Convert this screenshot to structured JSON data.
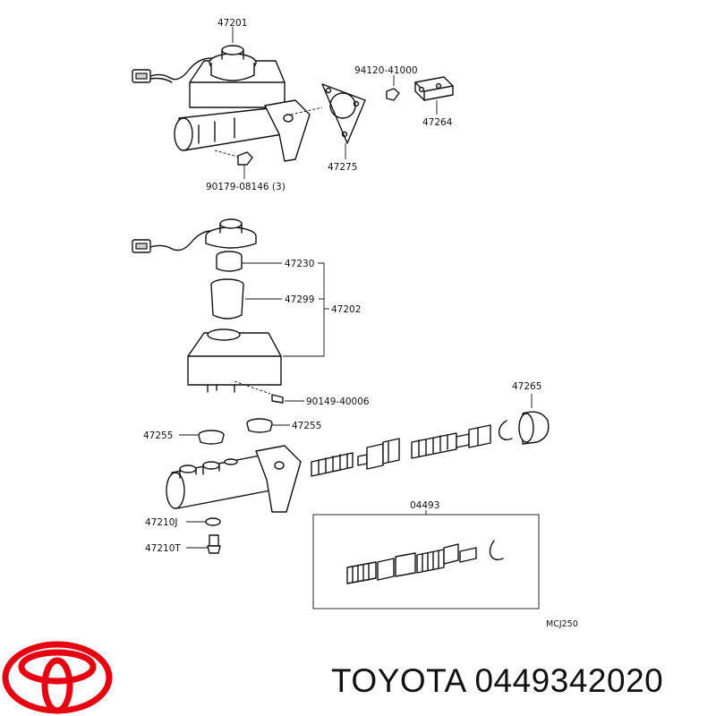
{
  "labels": {
    "p47201": "47201",
    "p94120": "94120-41000",
    "p47264": "47264",
    "p47275": "47275",
    "p90179": "90179-08146 (3)",
    "p47230": "47230",
    "p47299": "47299",
    "p47202": "47202",
    "p90149": "90149-40006",
    "p47265": "47265",
    "p47255a": "47255",
    "p47255b": "47255",
    "p47210j": "47210J",
    "p47210t": "47210T",
    "p04493": "04493",
    "code": "MCJ250"
  },
  "brand": {
    "caption": "TOYOTA 0449342020",
    "logo_color": "#e60012"
  }
}
